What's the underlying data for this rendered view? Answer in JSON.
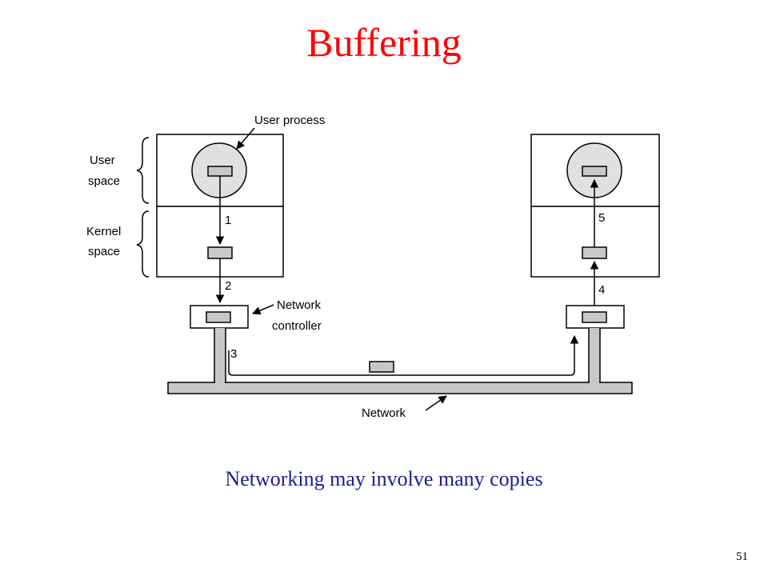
{
  "slide": {
    "title": "Buffering",
    "caption": "Networking may involve many copies",
    "page_number": "51"
  },
  "diagram": {
    "labels": {
      "user_process": "User process",
      "user_space_line1": "User",
      "user_space_line2": "space",
      "kernel_space_line1": "Kernel",
      "kernel_space_line2": "space",
      "network_controller_line1": "Network",
      "network_controller_line2": "controller",
      "network": "Network"
    },
    "steps": [
      "1",
      "2",
      "3",
      "4",
      "5"
    ]
  },
  "colors": {
    "title": "#ff0000",
    "caption": "#1c1c96",
    "buffer_fill": "#c8c8c8",
    "process_fill": "#e0e0e0",
    "network_fill": "#c8c8c8"
  }
}
